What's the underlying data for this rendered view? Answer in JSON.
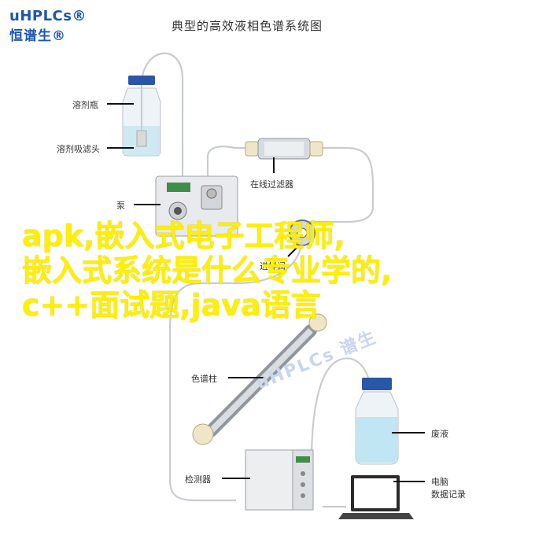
{
  "brand": {
    "top": "uHPLCs®",
    "bottom": "恒谱生®"
  },
  "title": "典型的高效液相色谱系统图",
  "labels": {
    "solvent_bottle": "溶剂瓶",
    "solvent_filter": "溶剂吸滤头",
    "inline_filter": "在线过滤器",
    "pump": "泵",
    "injection_valve": "进样阀",
    "column": "色谱柱",
    "waste": "废液",
    "detector": "检测器",
    "computer_line1": "电脑",
    "computer_line2": "数据记录"
  },
  "watermark": "uHPLCs 谱生",
  "overlay_text": "apk,嵌入式电子工程师,\n嵌入式系统是什么专业学的,\nc++面试题,java语言",
  "colors": {
    "brand_blue": "#1a56b0",
    "overlay_yellow": "#ffef00",
    "tube": "#c8ccd2"
  }
}
